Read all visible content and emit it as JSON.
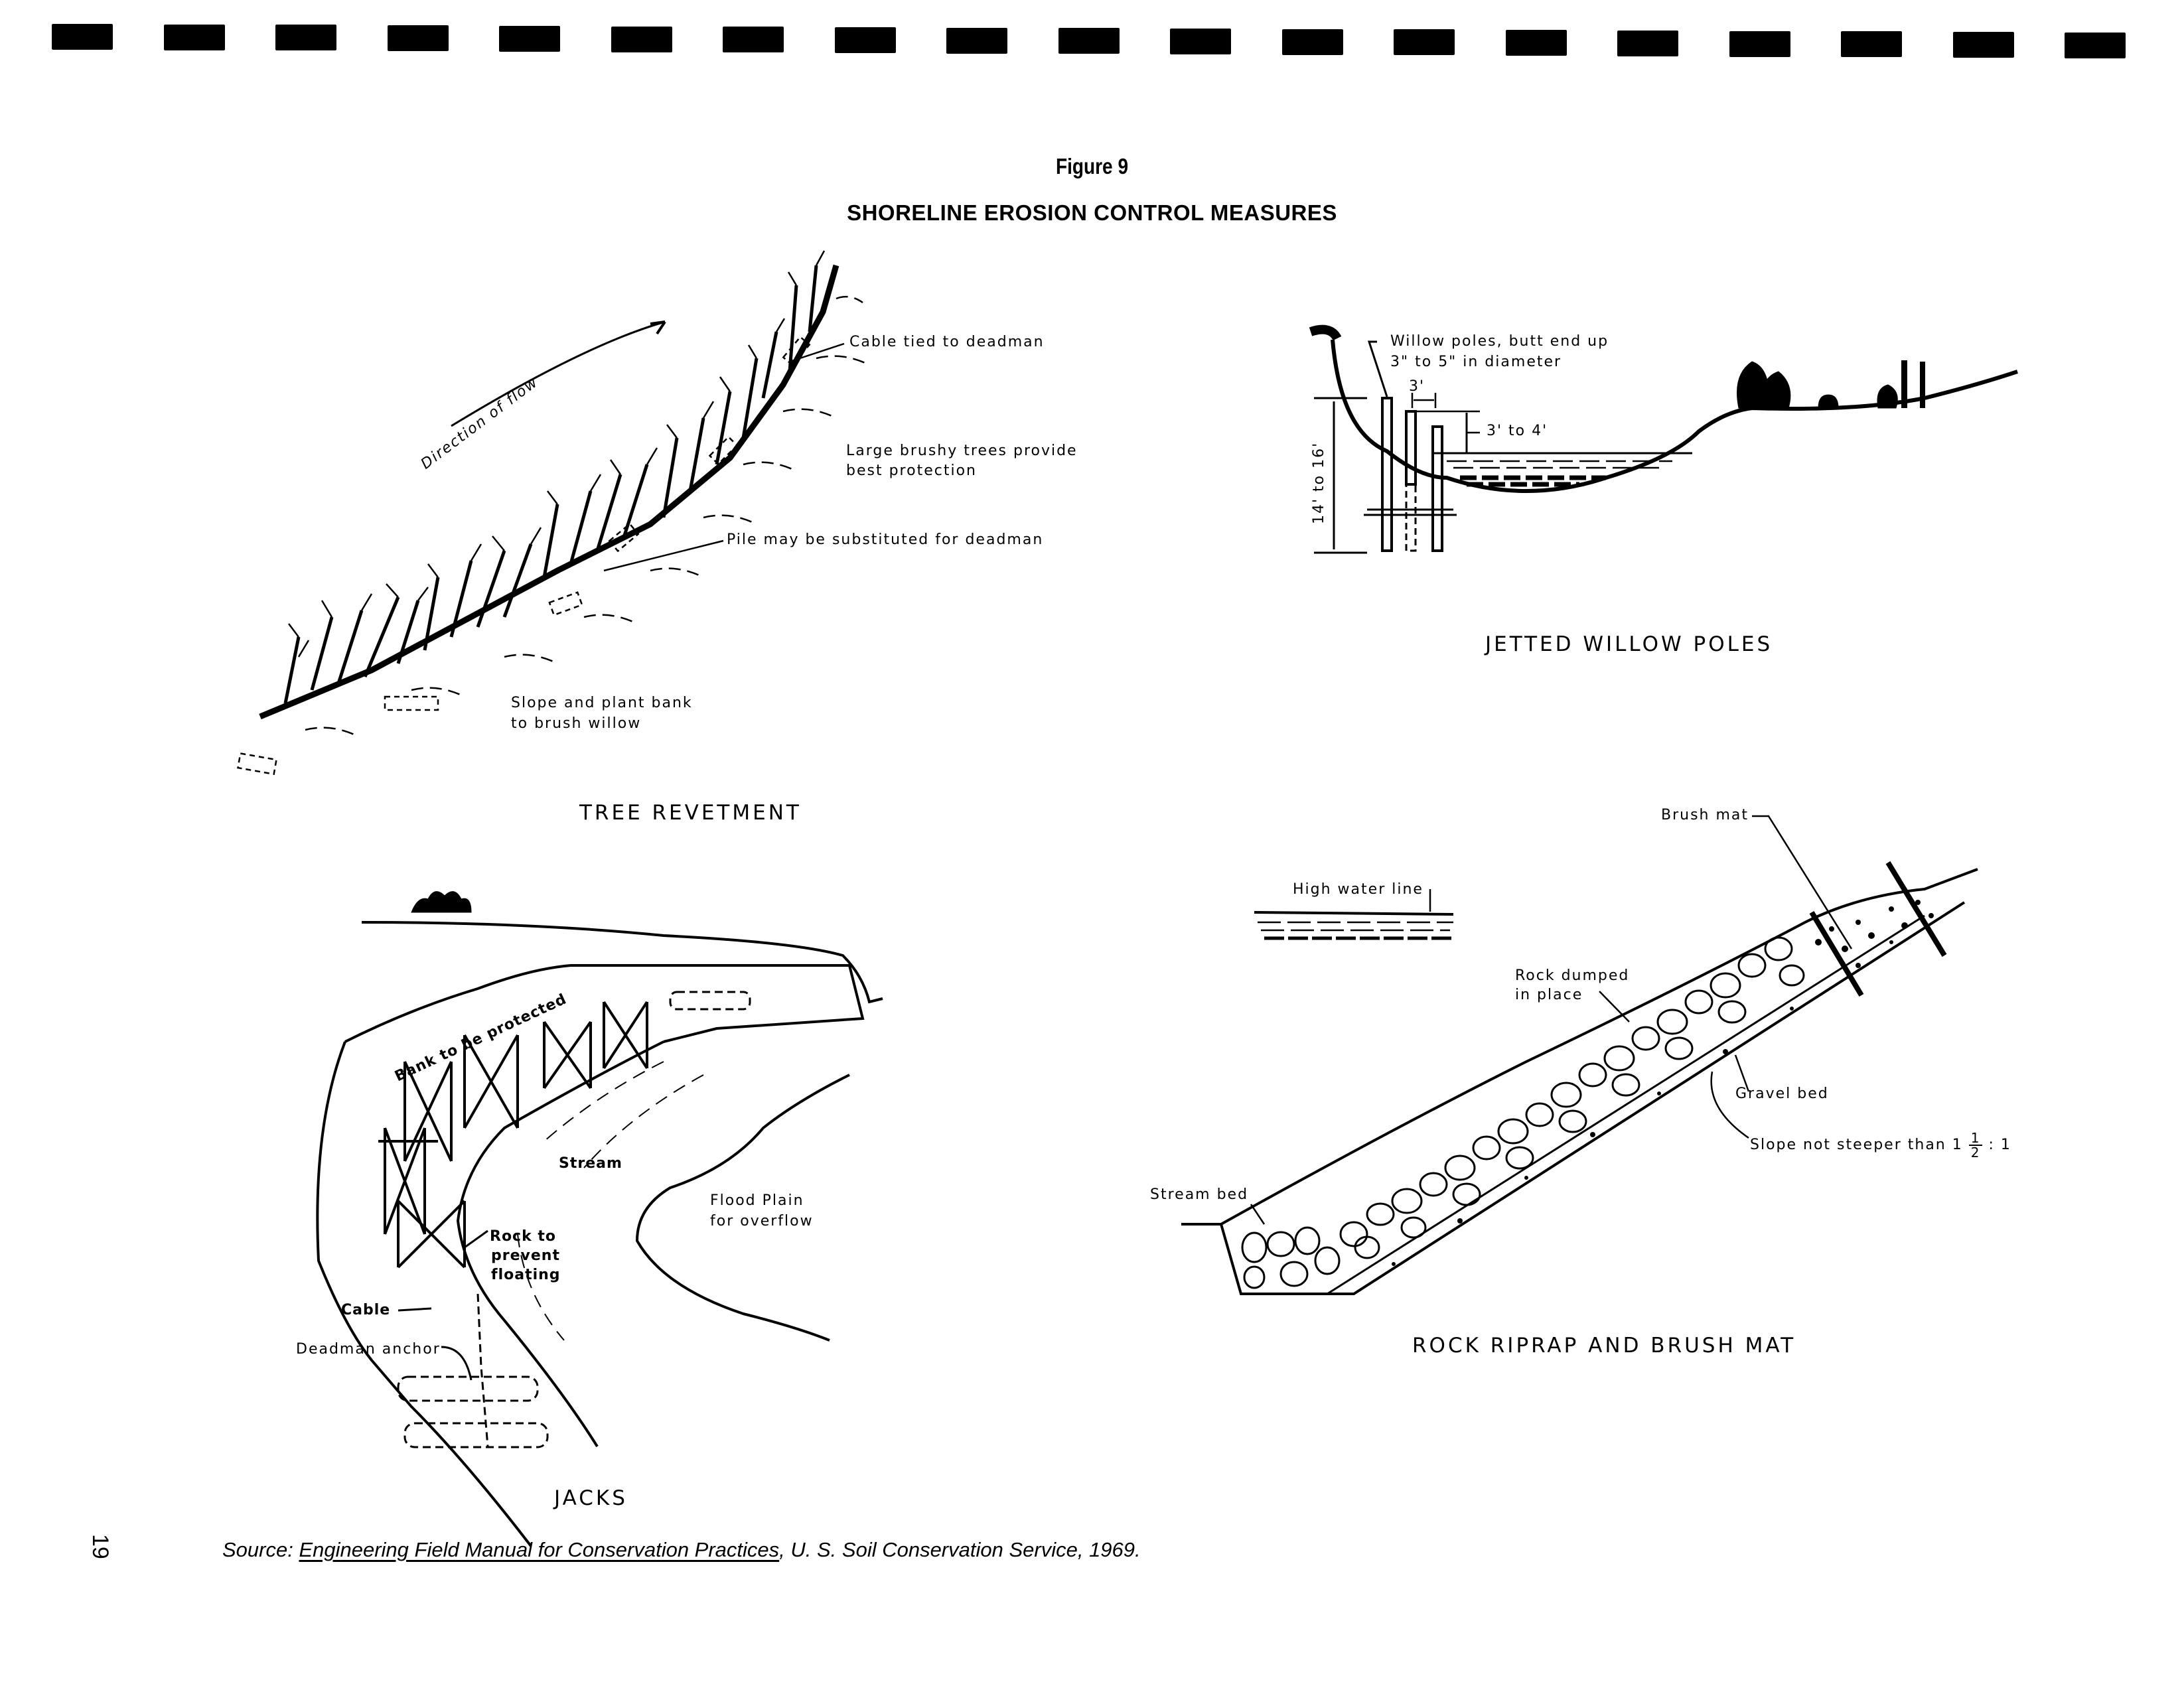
{
  "page": {
    "figure_number": "Figure 9",
    "figure_title": "SHORELINE EROSION CONTROL MEASURES",
    "page_number": "19",
    "punch_holes": 19
  },
  "panels": {
    "tree_revetment": {
      "caption": "TREE REVETMENT",
      "labels": {
        "direction": "Direction of flow",
        "cable": "Cable tied to deadman",
        "brushy_line1": "Large brushy trees provide",
        "brushy_line2": "best protection",
        "pile": "Pile may be substituted for deadman",
        "slope_line1": "Slope and plant bank",
        "slope_line2": "to brush willow"
      }
    },
    "jetted_willow_poles": {
      "caption": "JETTED WILLOW POLES",
      "labels": {
        "poles_line1": "Willow poles, butt end up",
        "poles_line2": "3\" to 5\" in diameter",
        "spacing": "3'",
        "height_above": "3' to 4'",
        "depth": "14' to 16'"
      }
    },
    "jacks": {
      "caption": "JACKS",
      "labels": {
        "bank": "Bank to be protected",
        "stream": "Stream",
        "flood_line1": "Flood Plain",
        "flood_line2": "for overflow",
        "rock_line1": "Rock to",
        "rock_line2": "prevent",
        "rock_line3": "floating",
        "cable": "Cable",
        "deadman": "Deadman anchor"
      }
    },
    "rock_riprap": {
      "caption": "ROCK RIPRAP AND BRUSH MAT",
      "labels": {
        "high_water": "High water line",
        "brush_mat": "Brush mat",
        "rock_line1": "Rock dumped",
        "rock_line2": "in place",
        "gravel": "Gravel bed",
        "slope_prefix": "Slope not steeper than 1",
        "slope_frac_num": "1",
        "slope_frac_den": "2",
        "slope_suffix": ": 1",
        "stream_bed": "Stream bed"
      }
    }
  },
  "source": {
    "prefix": "Source: ",
    "title": "Engineering Field Manual for Conservation Practices",
    "suffix": ", U. S. Soil Conservation Service, 1969."
  },
  "colors": {
    "ink": "#000000",
    "paper": "#ffffff"
  }
}
